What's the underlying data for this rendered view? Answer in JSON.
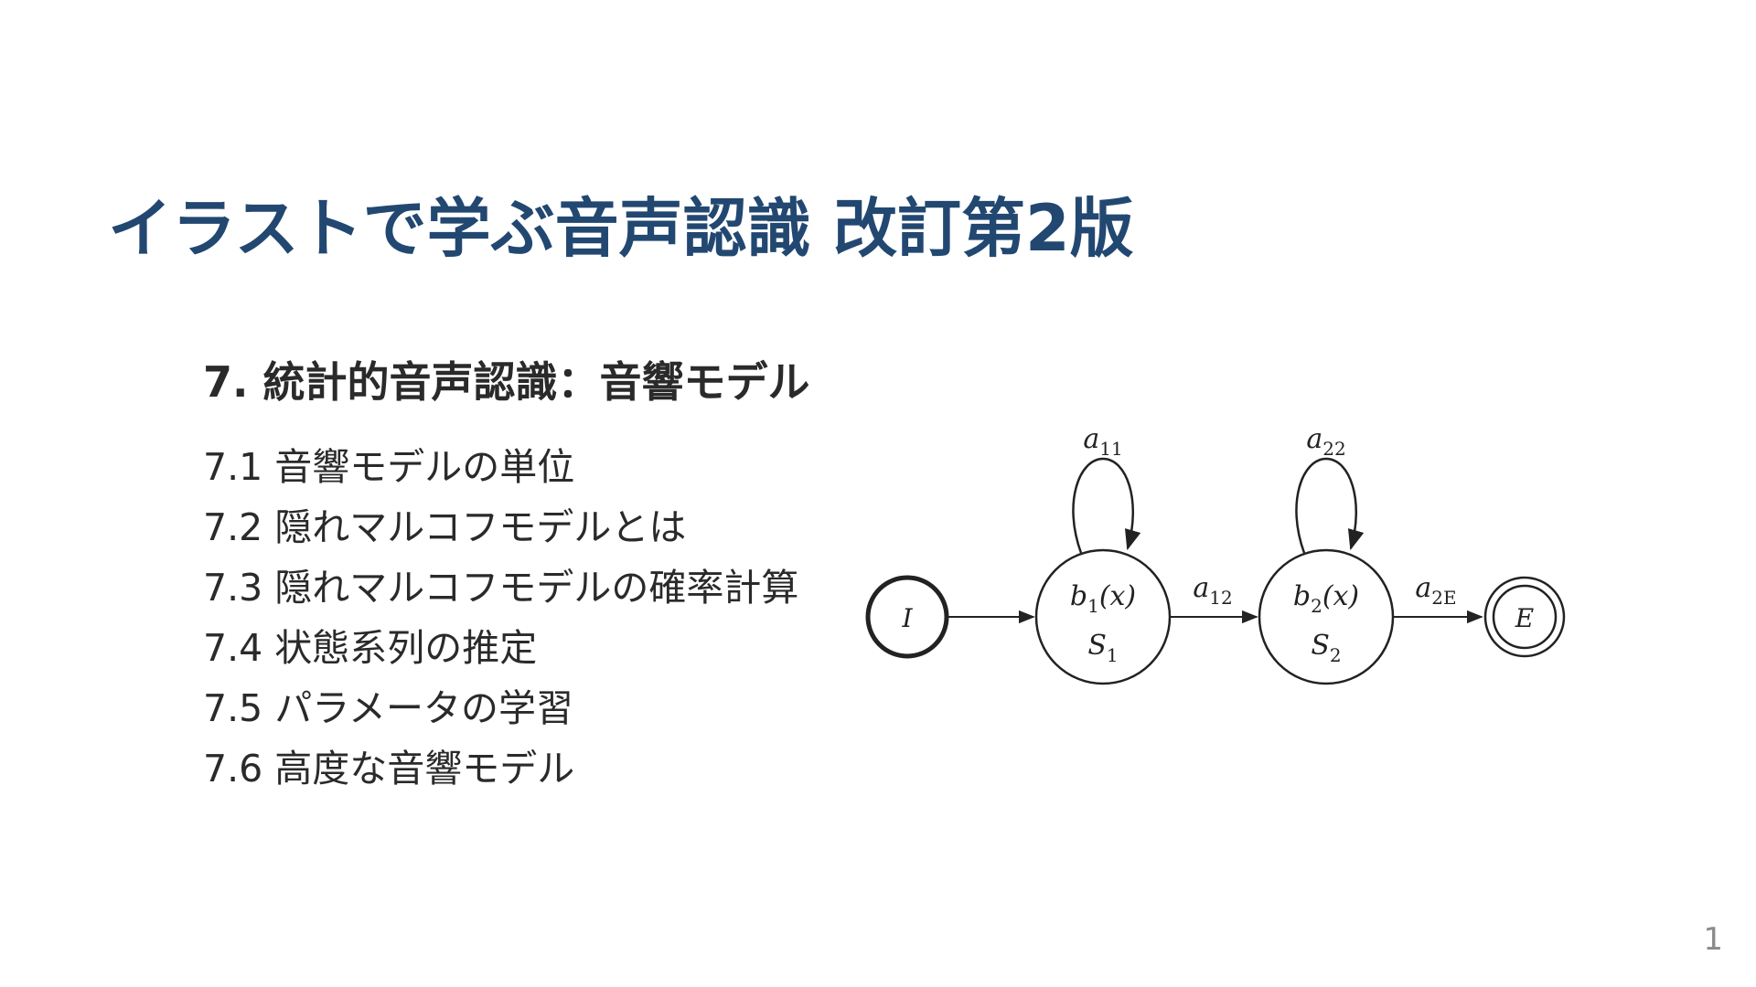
{
  "slide": {
    "title": "イラストで学ぶ音声認識 改訂第2版",
    "chapter_heading": "7. 統計的音声認識：音響モデル",
    "sections": [
      "7.1 音響モデルの単位",
      "7.2 隠れマルコフモデルとは",
      "7.3 隠れマルコフモデルの確率計算",
      "7.4 状態系列の推定",
      "7.5 パラメータの学習",
      "7.6 高度な音響モデル"
    ],
    "page_number": "1"
  },
  "diagram": {
    "initial_label": "I",
    "end_label": "E",
    "states": [
      {
        "b_base": "b",
        "b_sub": "1",
        "b_arg": "(x)",
        "s_base": "S",
        "s_sub": "1",
        "loop_base": "a",
        "loop_sub": "11"
      },
      {
        "b_base": "b",
        "b_sub": "2",
        "b_arg": "(x)",
        "s_base": "S",
        "s_sub": "2",
        "loop_base": "a",
        "loop_sub": "22"
      }
    ],
    "transitions": [
      {
        "base": "a",
        "sub": "12"
      },
      {
        "base": "a",
        "sub": "2E"
      }
    ]
  },
  "colors": {
    "title": "#224871",
    "text": "#2a2a2a",
    "page_number": "#8a8a8a",
    "diagram_stroke": "#222222"
  }
}
